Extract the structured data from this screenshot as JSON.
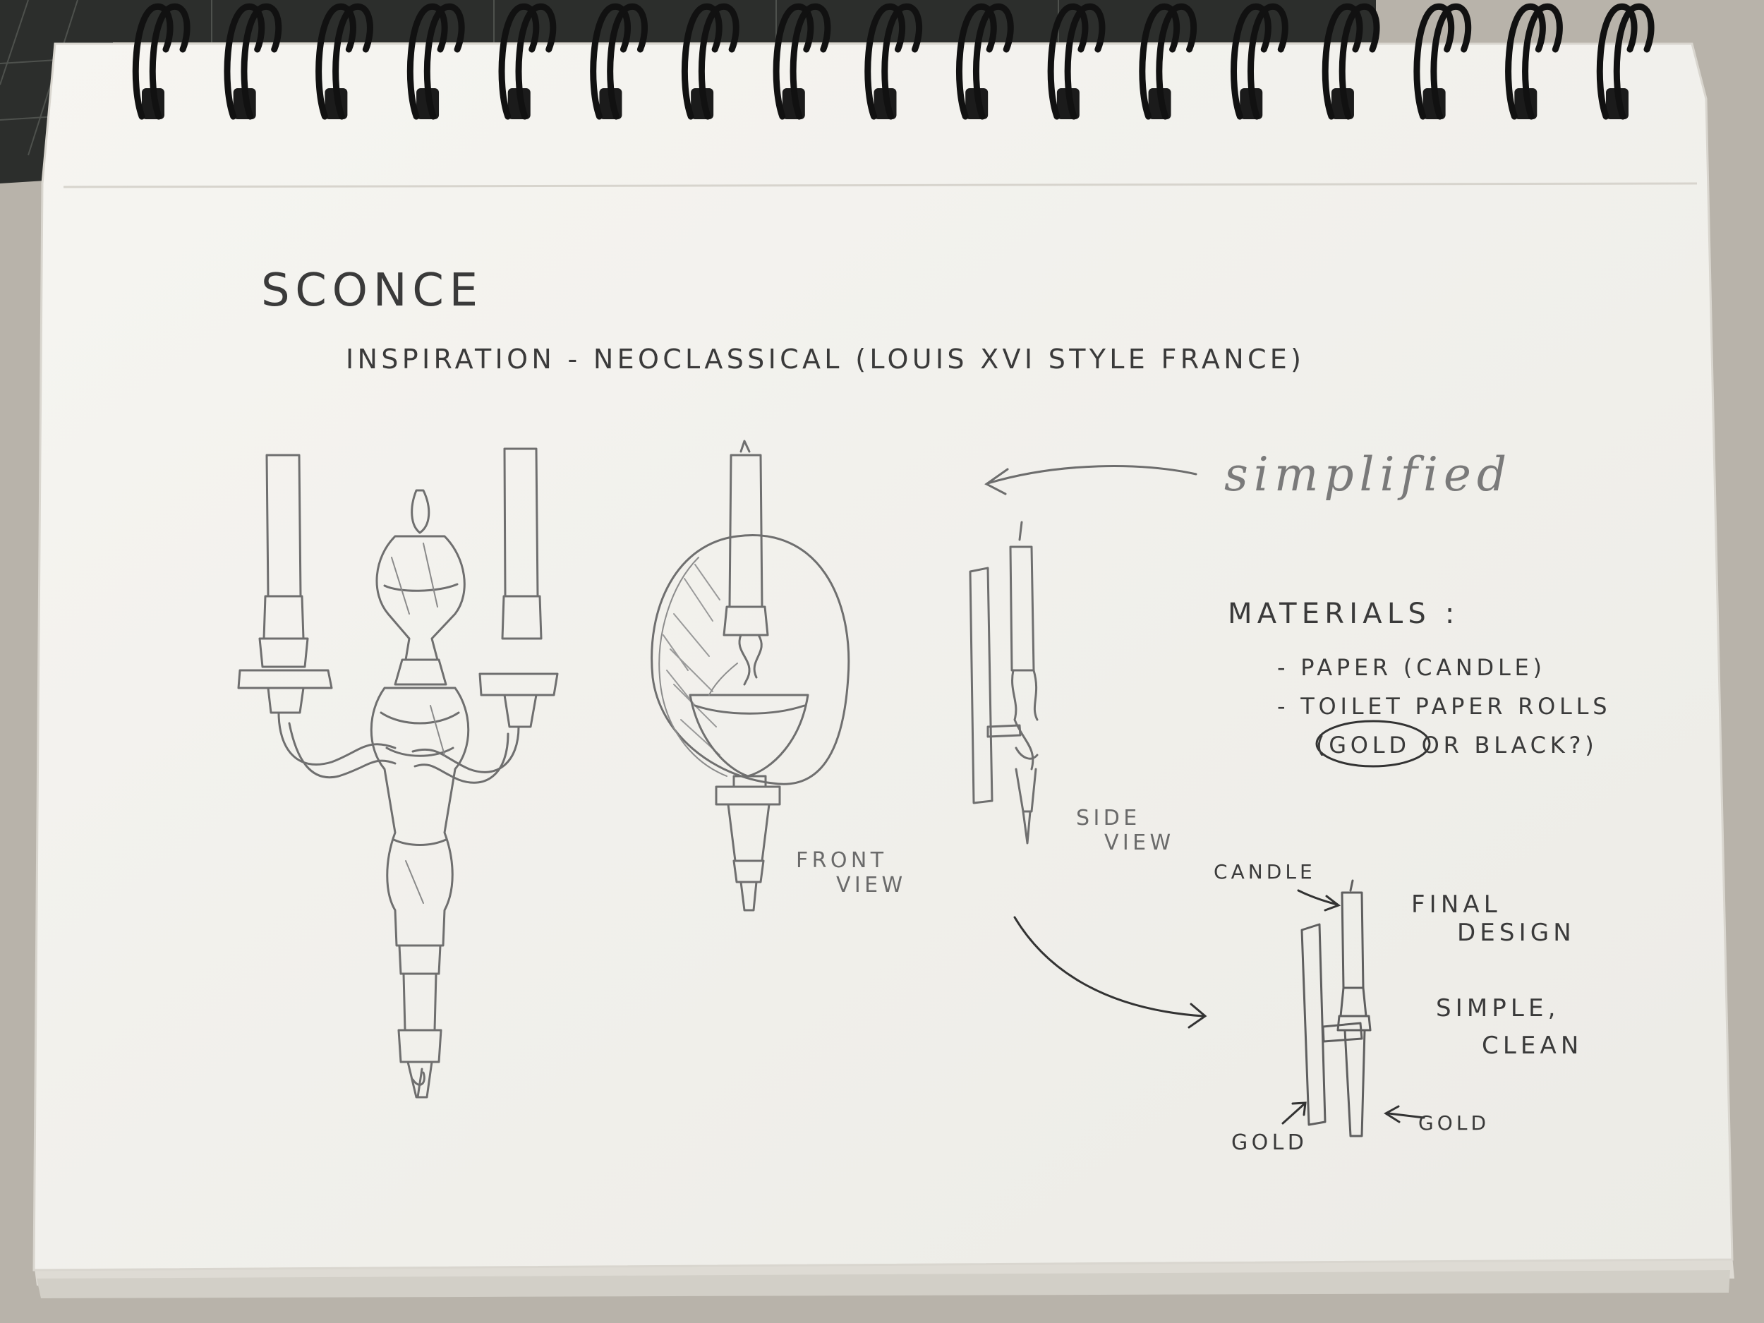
{
  "sketch": {
    "title": "SCONCE",
    "inspiration": "INSPIRATION - NEOCLASSICAL (LOUIS XVI STYLE FRANCE)",
    "simplified": "simplified",
    "front_view": [
      "FRONT",
      "VIEW"
    ],
    "side_view": [
      "SIDE",
      "VIEW"
    ],
    "materials": {
      "heading": "MATERIALS :",
      "items": [
        "- PAPER (CANDLE)",
        "- TOILET PAPER ROLLS",
        "(GOLD OR BLACK?)"
      ],
      "circled_word": "GOLD"
    },
    "final": {
      "candle_label": "CANDLE",
      "title": [
        "FINAL",
        "DESIGN"
      ],
      "notes": [
        "SIMPLE,",
        "CLEAN"
      ],
      "gold_left": "GOLD",
      "gold_right": "GOLD"
    }
  },
  "colors": {
    "background": "#b8b3aa",
    "mat_dark": "#2c2e2c",
    "paper": "#f3f1ec",
    "pencil": "#6b6b6b",
    "ink": "#3a3a3a",
    "spiral": "#111111"
  }
}
